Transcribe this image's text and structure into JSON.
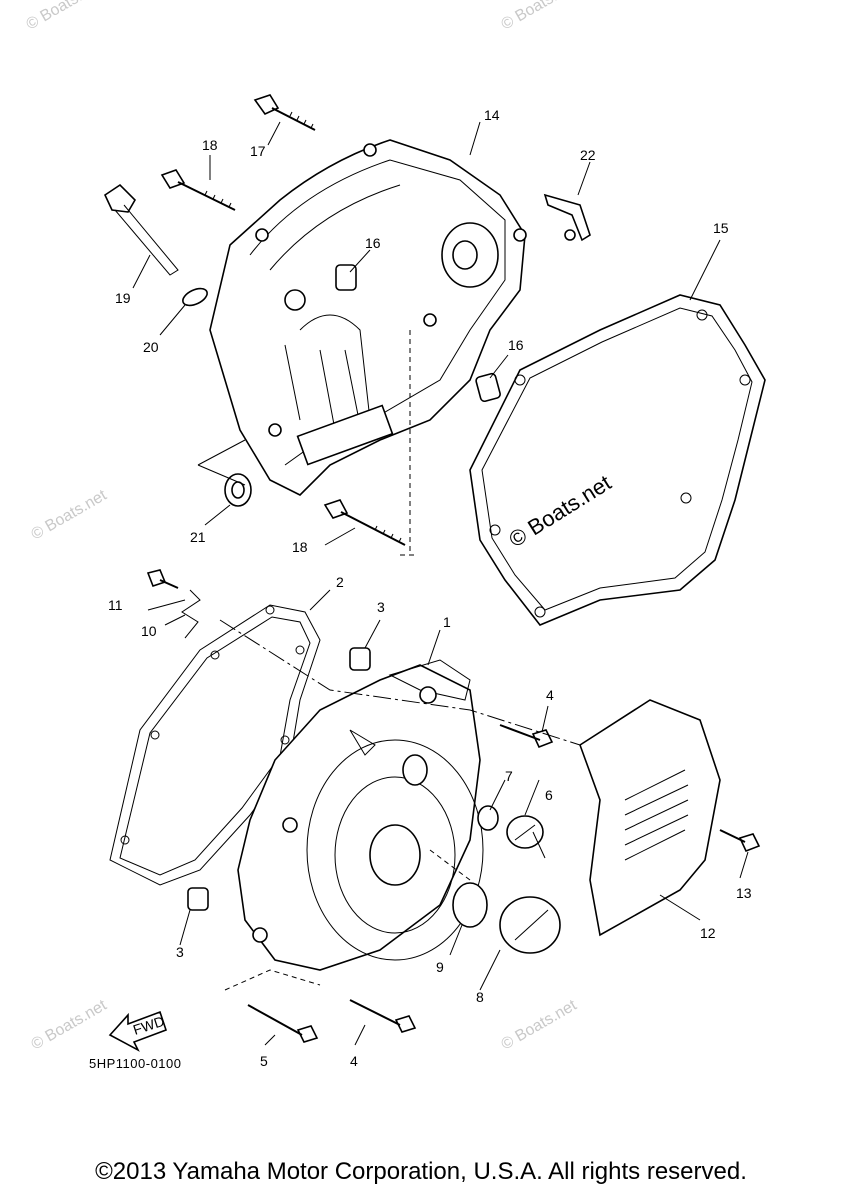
{
  "diagram": {
    "part_code": "5HP1100-0100",
    "copyright": "©2013 Yamaha Motor Corporation, U.S.A. All rights reserved.",
    "watermark_main": "© Boats.net",
    "watermark_corner": "© Boats.net",
    "fwd_label": "FWD",
    "callouts": {
      "c1": "1",
      "c2": "2",
      "c3a": "3",
      "c3b": "3",
      "c4a": "4",
      "c4b": "4",
      "c5": "5",
      "c6": "6",
      "c7": "7",
      "c8": "8",
      "c9": "9",
      "c10": "10",
      "c11": "11",
      "c12": "12",
      "c13": "13",
      "c14": "14",
      "c15": "15",
      "c16a": "16",
      "c16b": "16",
      "c17": "17",
      "c18a": "18",
      "c18b": "18",
      "c19": "19",
      "c20": "20",
      "c21": "21",
      "c22": "22"
    }
  }
}
